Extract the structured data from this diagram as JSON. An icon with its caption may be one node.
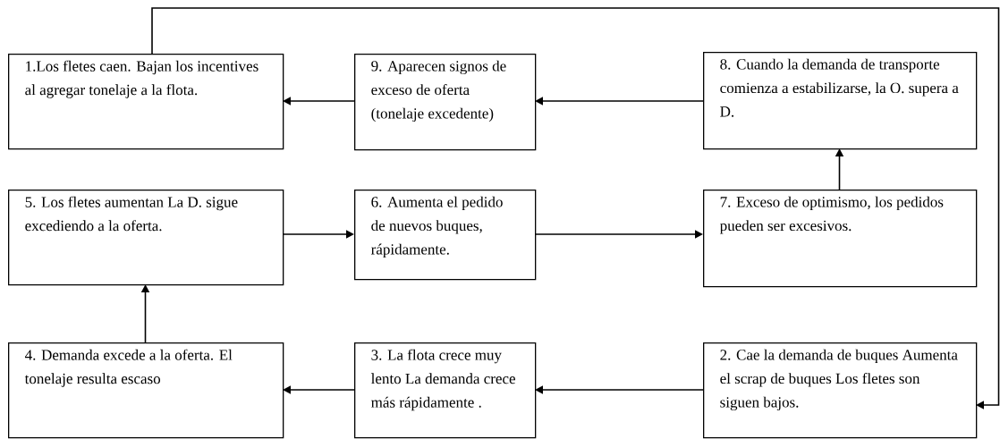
{
  "diagram": {
    "nodes": [
      {
        "text": [
          "1.Los fletes caen. Bajan los incentives al agregar tonelaje a la flota."
        ]
      },
      {
        "text": [
          "9. Aparecen signos de exceso de oferta (tonelaje excedente)"
        ]
      },
      {
        "text": [
          "8. Cuando la demanda de transporte comienza a estabilizarse, la O. supera a D."
        ]
      },
      {
        "text": [
          "5. Los fletes aumentan La D. sigue excediendo a la oferta."
        ]
      },
      {
        "text": [
          "6. Aumenta el pedido de nuevos buques, rápidamente."
        ]
      },
      {
        "text": [
          "7. Exceso de optimismo, los pedidos pueden ser excesivos."
        ]
      },
      {
        "text": [
          "4. Demanda excede a la oferta. El tonelaje resulta escaso"
        ]
      },
      {
        "text": [
          "3. La flota crece muy lento La demanda crece más rápidamente ."
        ]
      },
      {
        "text": [
          "2. Cae la demanda de buques Aumenta el scrap de buques Los fletes son siguen bajos."
        ]
      }
    ],
    "edges": [
      {
        "from": 1,
        "to": 0,
        "arrow": "to"
      },
      {
        "from": 2,
        "to": 1,
        "arrow": "to"
      },
      {
        "from": 5,
        "to": 2,
        "arrow": "to"
      },
      {
        "from": 3,
        "to": 4,
        "arrow": "to"
      },
      {
        "from": 4,
        "to": 5,
        "arrow": "to"
      },
      {
        "from": 6,
        "to": 3,
        "arrow": "to"
      },
      {
        "from": 7,
        "to": 6,
        "arrow": "to"
      },
      {
        "from": 8,
        "to": 7,
        "arrow": "to"
      },
      {
        "from": 0,
        "to": 8,
        "arrow": "to"
      }
    ]
  }
}
